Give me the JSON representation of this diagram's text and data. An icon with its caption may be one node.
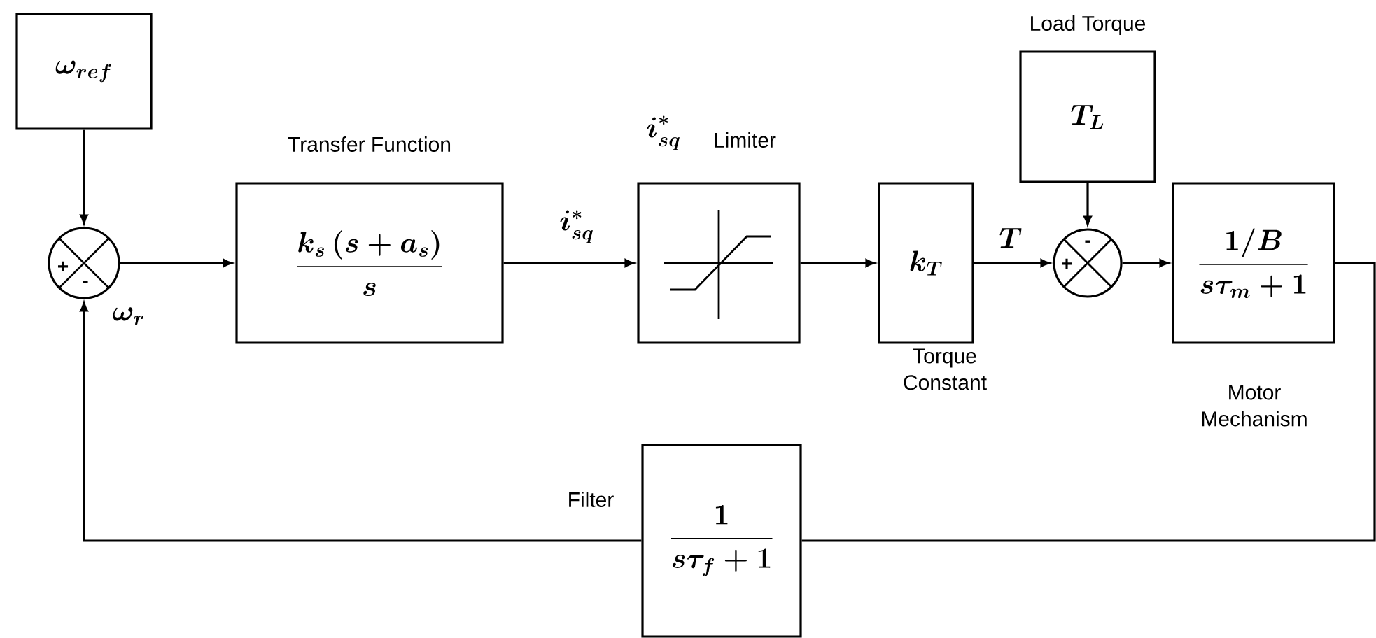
{
  "diagram": {
    "nodes": [
      {
        "text": [
          "\\omega_{ref}"
        ]
      },
      {
        "text": [
          "+",
          "-"
        ]
      },
      {
        "text": [
          "Transfer Function",
          "\\frac{k_s\\left(s+a_s\\right)}{s}"
        ]
      },
      {
        "text": [
          "i_{sq}^{*}",
          "Limiter"
        ]
      },
      {
        "text": [
          "k_T"
        ],
        "beside": [
          "Torque Constant"
        ]
      },
      {
        "text": [
          "Load Torque",
          "T_L"
        ]
      },
      {
        "text": [
          "-",
          "+"
        ]
      },
      {
        "text": [
          "\\frac{1/B}{s\\tau_m+1}"
        ],
        "beside": [
          "Motor Mechanism"
        ]
      },
      {
        "text": [
          "Filter",
          "\\frac{1}{s\\tau_f+1}"
        ]
      }
    ],
    "edges": [
      {
        "from": 0,
        "to": 1,
        "arrow": "to"
      },
      {
        "from": 1,
        "to": 2,
        "arrow": "to"
      },
      {
        "from": 2,
        "to": 3,
        "arrow": "to",
        "label": "i_{sq}^{*}"
      },
      {
        "from": 3,
        "to": 4,
        "arrow": "to"
      },
      {
        "from": 4,
        "to": 6,
        "arrow": "to",
        "label": "T"
      },
      {
        "from": 5,
        "to": 6,
        "arrow": "to"
      },
      {
        "from": 6,
        "to": 7,
        "arrow": "to"
      },
      {
        "from": 7,
        "to": 8,
        "arrow": "none"
      },
      {
        "from": 8,
        "to": 1,
        "arrow": "to",
        "label": "\\omega_r"
      }
    ]
  }
}
